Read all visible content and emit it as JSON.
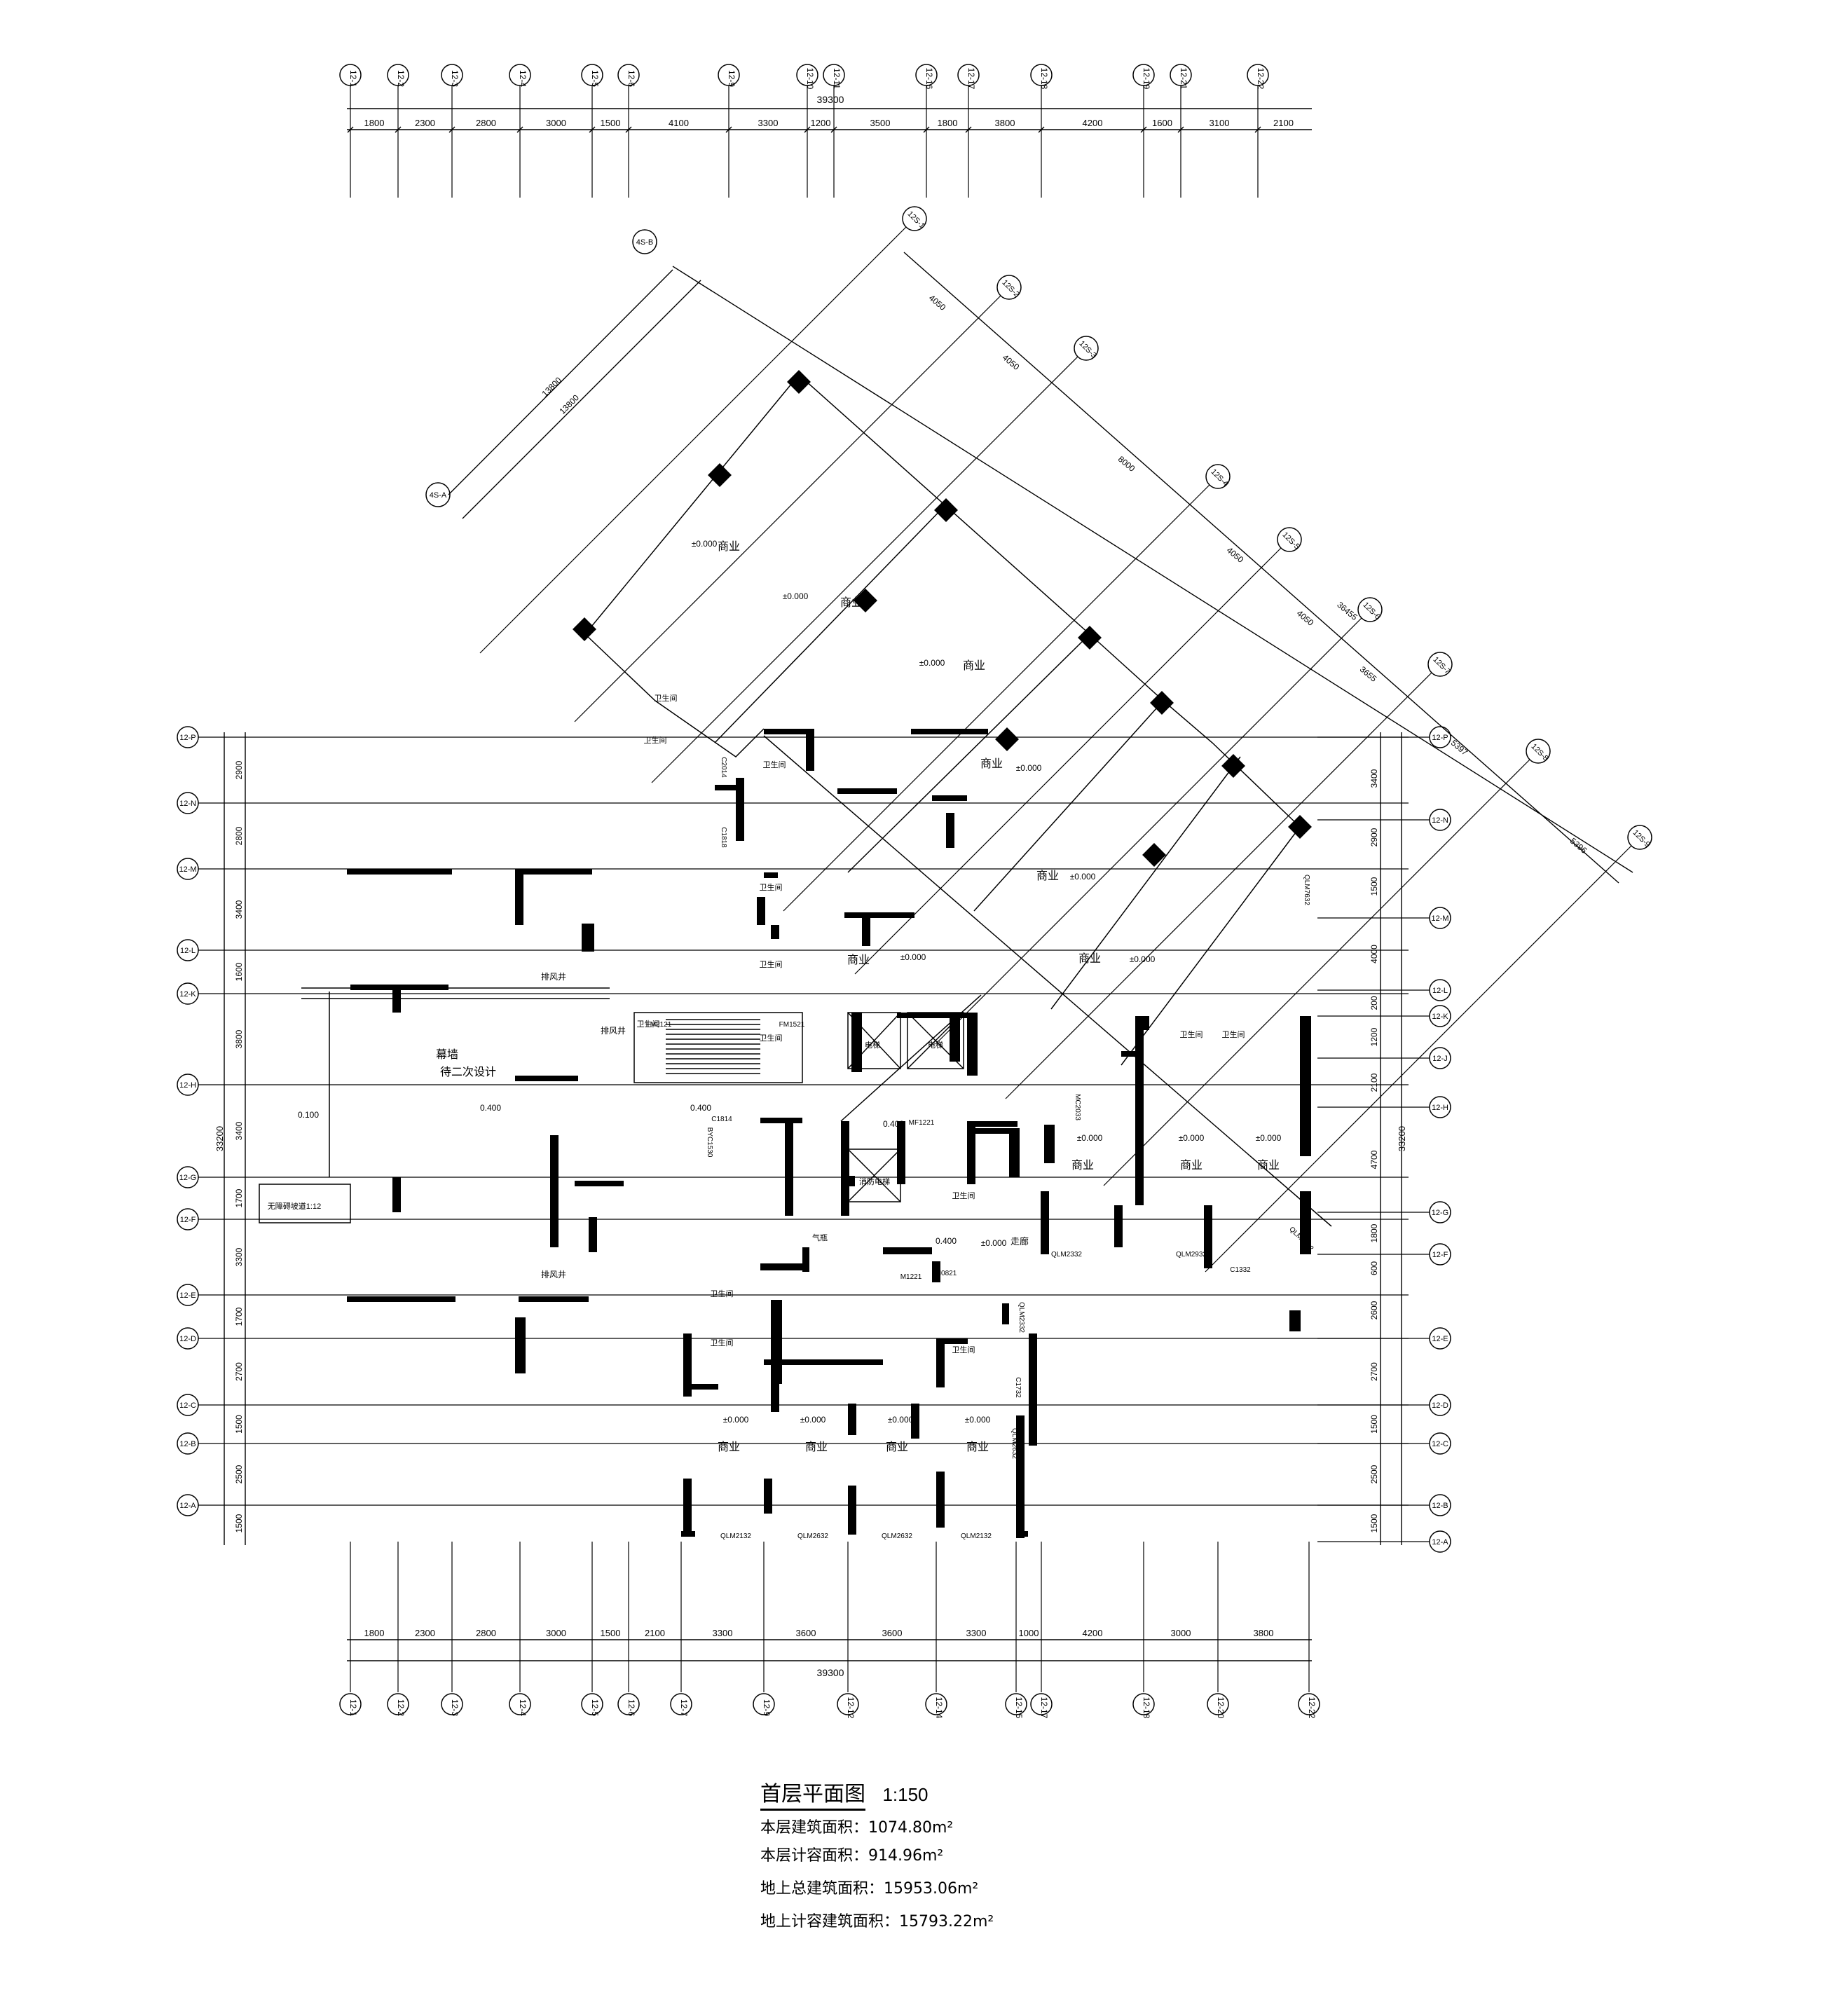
{
  "drawing": {
    "title": "首层平面图",
    "scale": "1:150",
    "areas": [
      {
        "label": "本层建筑面积：",
        "value": "1074.80m²"
      },
      {
        "label": "本层计容面积：",
        "value": "914.96m²"
      },
      {
        "label": "地上总建筑面积：",
        "value": "15953.06m²"
      },
      {
        "label": "地上计容建筑面积：",
        "value": "15793.22m²"
      }
    ]
  },
  "top_axes": [
    "12-1",
    "12-2",
    "12-3",
    "12-4",
    "12-5",
    "12-6",
    "12-9",
    "12-10",
    "12-11",
    "12-16",
    "12-17",
    "12-18",
    "12-19",
    "12-21",
    "12-22"
  ],
  "top_total": "39300",
  "top_dims": [
    "1800",
    "2300",
    "2800",
    "3000",
    "1500",
    "4100",
    "3300",
    "1200",
    "3500",
    "1800",
    "3800",
    "4200",
    "1600",
    "3100",
    "2100"
  ],
  "bottom_axes": [
    "12-1",
    "12-2",
    "12-3",
    "12-4",
    "12-5",
    "12-6",
    "12-7",
    "12-9",
    "12-12",
    "12-14",
    "12-15",
    "12-17",
    "12-18",
    "12-20",
    "12-22"
  ],
  "bottom_total": "39300",
  "bottom_dims": [
    "1800",
    "2300",
    "2800",
    "3000",
    "1500",
    "2100",
    "3300",
    "3600",
    "3600",
    "3300",
    "1000",
    "4200",
    "3000",
    "3800"
  ],
  "left_axes": [
    "12-P",
    "12-N",
    "12-M",
    "12-L",
    "12-K",
    "12-H",
    "12-G",
    "12-F",
    "12-E",
    "12-D",
    "12-C",
    "12-B",
    "12-A"
  ],
  "left_dims": [
    "2900",
    "2800",
    "3400",
    "1600",
    "3800",
    "3400",
    "1700",
    "3300",
    "1700",
    "2700",
    "1500",
    "2500",
    "1500"
  ],
  "left_total": "33200",
  "right_axes": [
    "12-P",
    "12-N",
    "12-M",
    "12-L",
    "12-K",
    "12-J",
    "12-H",
    "12-G",
    "12-F",
    "12-E",
    "12-D",
    "12-C",
    "12-B",
    "12-A"
  ],
  "right_dims": [
    "3400",
    "2900",
    "1500",
    "4000",
    "200",
    "1200",
    "2100",
    "4700",
    "1800",
    "600",
    "2600",
    "2700",
    "1500",
    "2500",
    "1500"
  ],
  "right_total": "33200",
  "diag_axes": [
    "12S-1",
    "12S-2",
    "12S-3",
    "12S-4",
    "12S-5",
    "12S-6",
    "12S-7",
    "12S-8",
    "12S-9"
  ],
  "diag_dims": [
    "4050",
    "4050",
    "8000",
    "4050",
    "4050",
    "3655",
    "5397",
    "5396",
    "36455"
  ],
  "diag_left_axes": [
    "4S-B",
    "4S-A"
  ],
  "diag_left_dims": [
    "13800",
    "13800"
  ],
  "rooms": {
    "shop": "商业",
    "toilet": "卫生间",
    "level0": "±0.000",
    "level_dn": "0.400",
    "level_out": "0.100",
    "corridor": "走廊",
    "exhaust": "排风井",
    "smoke": "排风井",
    "screen": "幕墙",
    "second": "待二次设计",
    "elevator": "电梯",
    "fire_elev": "消防电梯",
    "ramp": "无障碍坡道1:12",
    "gas": "气瓶"
  },
  "doors": [
    "QLM2132",
    "QLM2632",
    "QLM2632",
    "QLM2132",
    "QLM2332",
    "QLM2932",
    "QLM7632",
    "QLM9332",
    "QLM6332",
    "QLM2332",
    "QLM2632",
    "C1332",
    "C2014",
    "C1818",
    "C1814",
    "MC2033",
    "BYC1530",
    "FM2121",
    "FM1521",
    "MF1221",
    "M0821",
    "M1221",
    "C1732"
  ]
}
